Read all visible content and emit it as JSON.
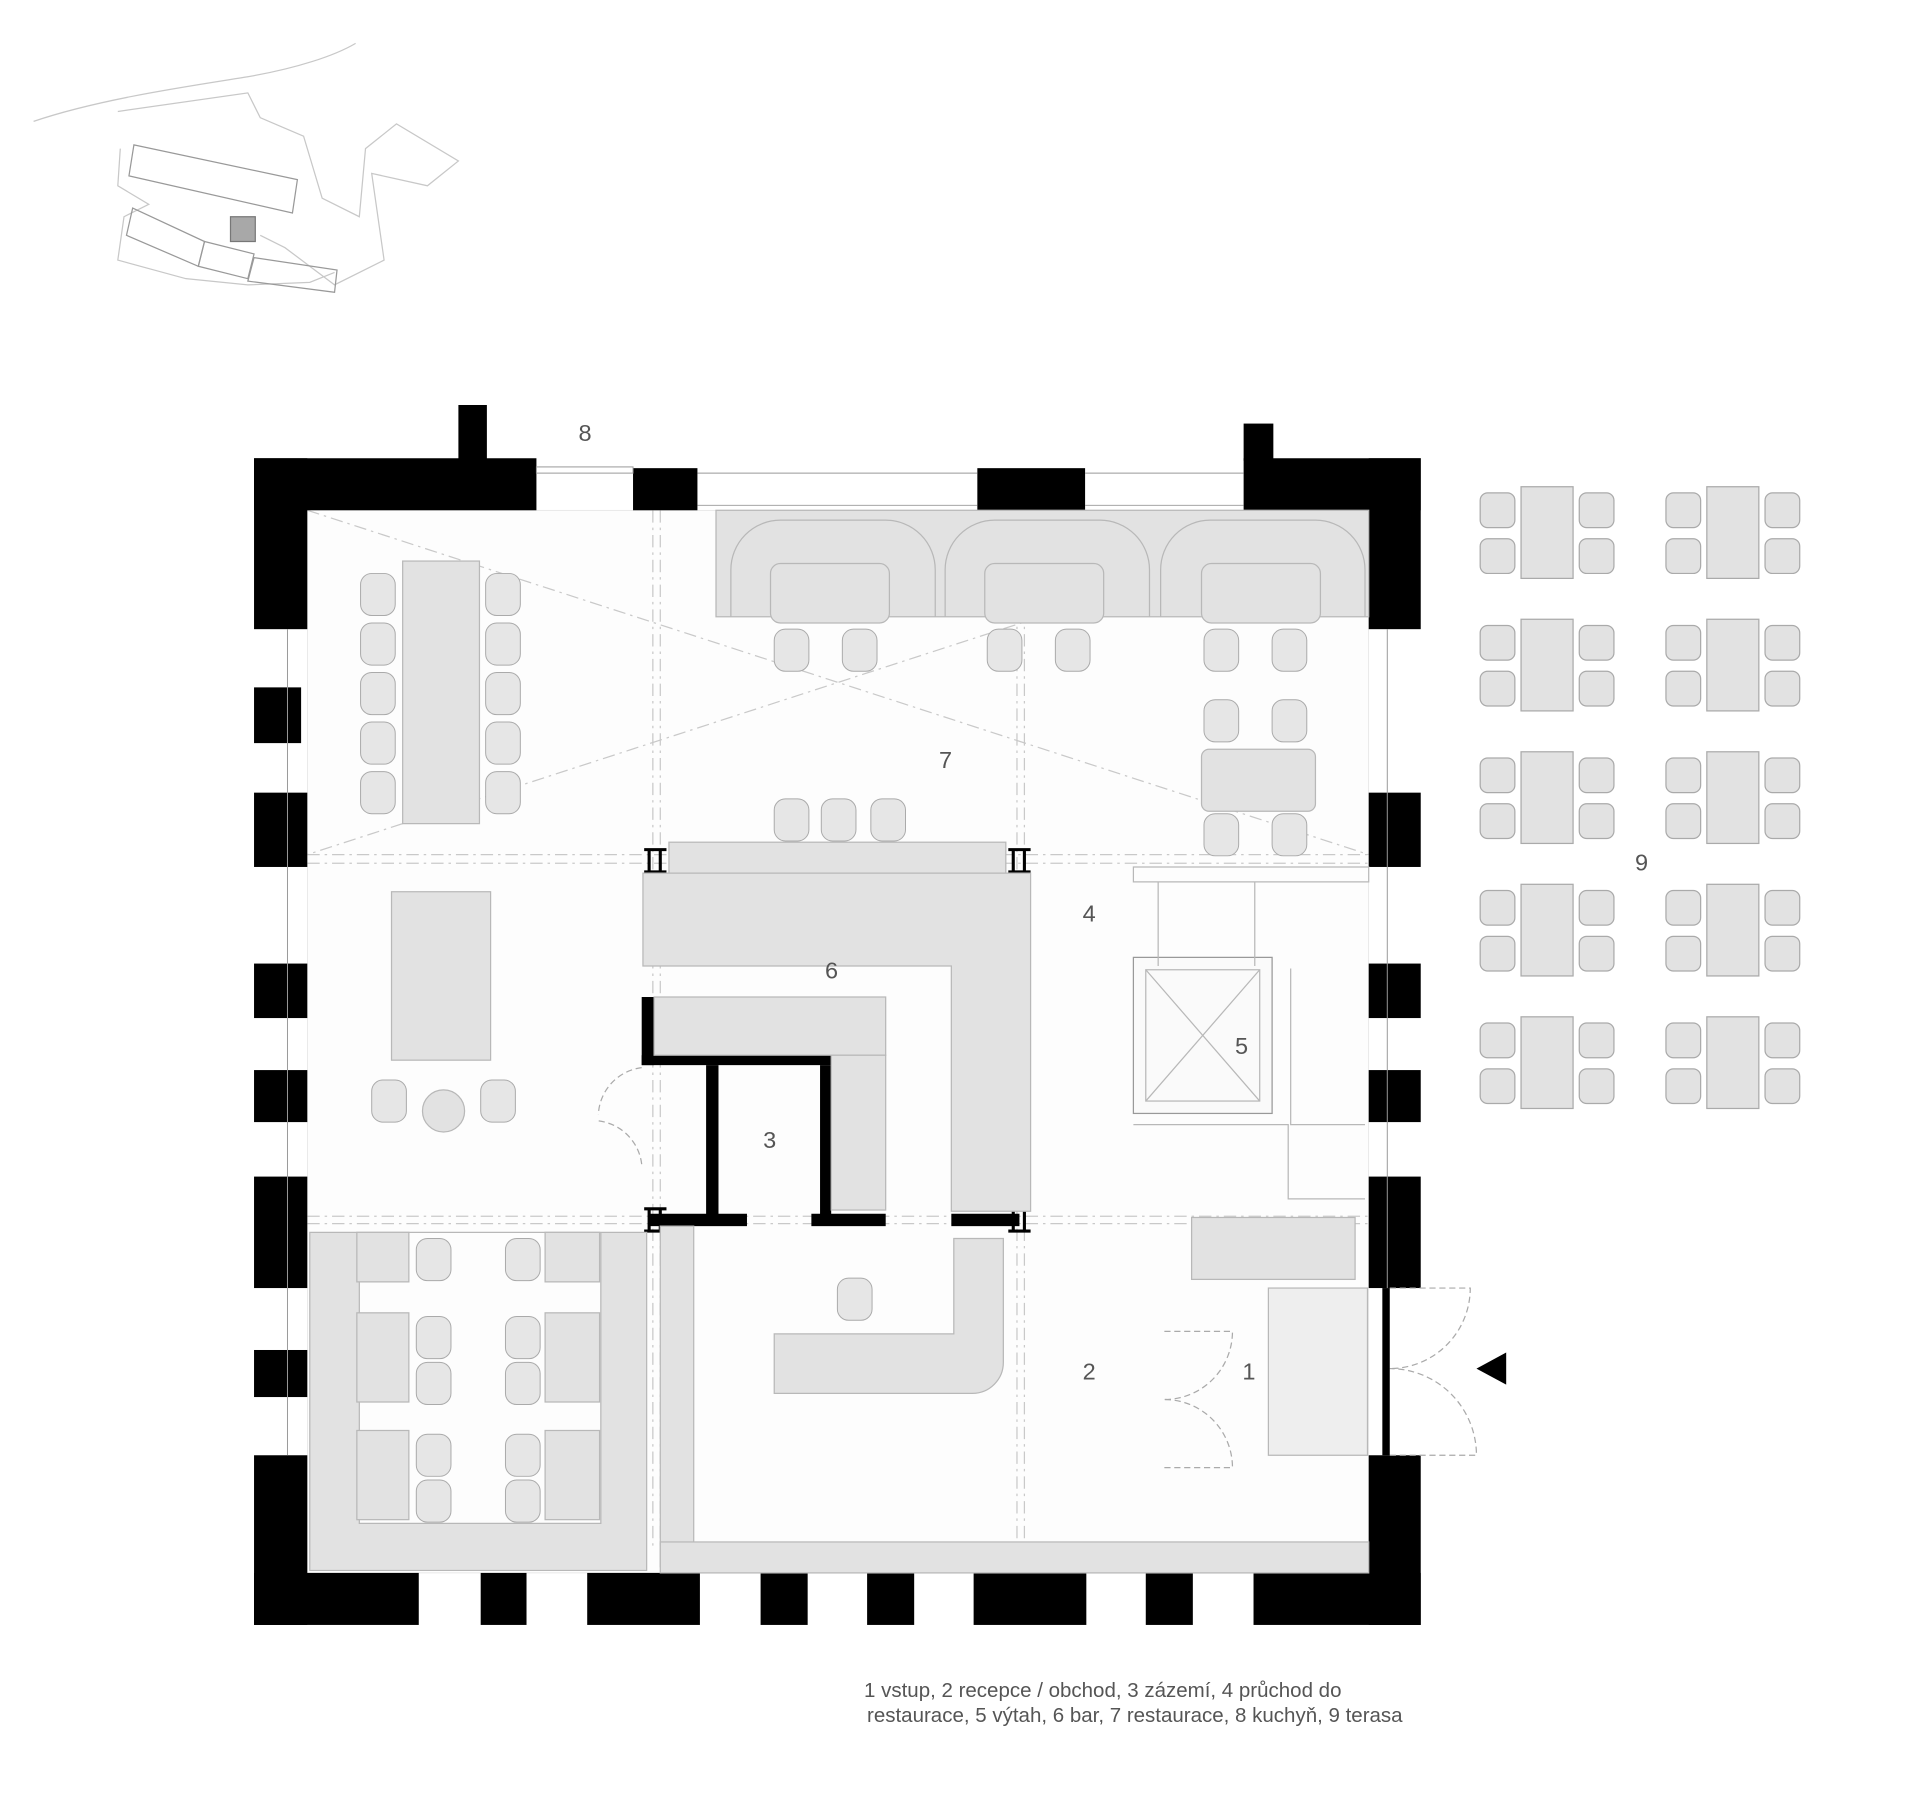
{
  "plan": {
    "room_labels": [
      {
        "id": "1",
        "text": "1"
      },
      {
        "id": "2",
        "text": "2"
      },
      {
        "id": "3",
        "text": "3"
      },
      {
        "id": "4",
        "text": "4"
      },
      {
        "id": "5",
        "text": "5"
      },
      {
        "id": "6",
        "text": "6"
      },
      {
        "id": "7",
        "text": "7"
      },
      {
        "id": "8",
        "text": "8"
      },
      {
        "id": "9",
        "text": "9"
      }
    ],
    "legend": {
      "line1": "1 vstup, 2 recepce / obchod, 3 zázemí, 4 průchod do",
      "line2": "restaurace, 5 výtah, 6 bar, 7 restaurace, 8 kuchyň, 9 terasa"
    },
    "colors": {
      "wall": "#000000",
      "furniture": "#e2e2e2",
      "outline": "#b8b8b8",
      "label": "#555555",
      "highlight": "#a8a8a8"
    }
  }
}
